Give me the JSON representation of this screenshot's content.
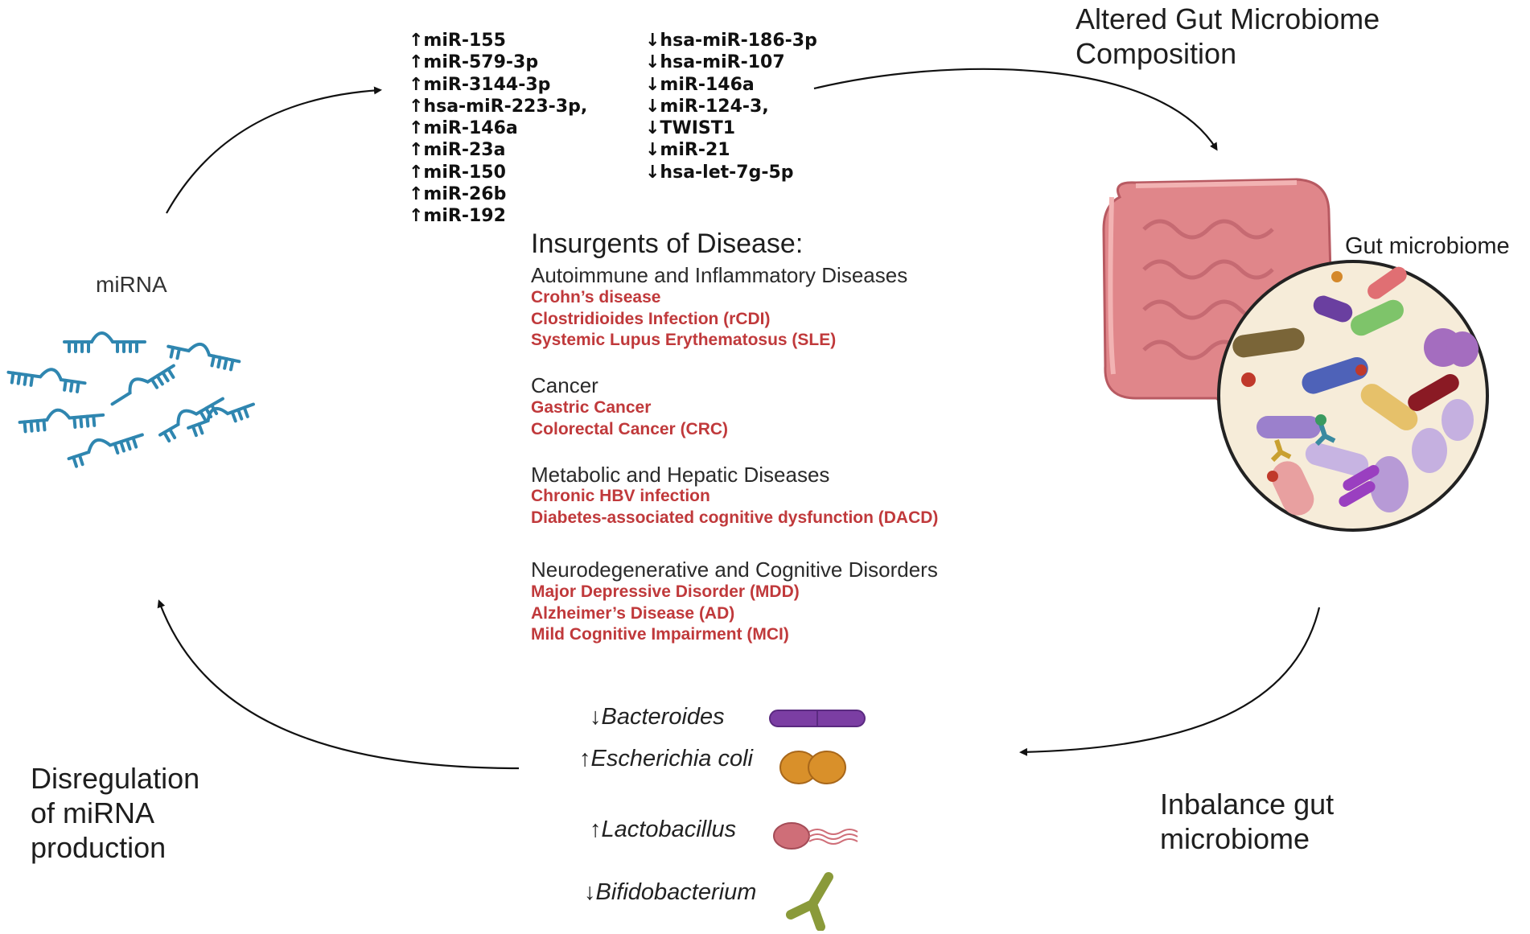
{
  "top_right_heading": [
    "Altered Gut Microbiome",
    "Composition"
  ],
  "gut_label": "Gut microbiome",
  "mirna_label": "miRNA",
  "bottom_left_heading": [
    "Disregulation",
    "of miRNA",
    "production"
  ],
  "bottom_right_heading": [
    "Inbalance gut",
    "microbiome"
  ],
  "mirna_up": [
    "↑miR-155",
    "↑miR-579-3p",
    "↑miR-3144-3p",
    "↑hsa-miR-223-3p,",
    "↑miR-146a",
    "↑miR-23a",
    "↑miR-150",
    "↑miR-26b",
    "↑miR-192"
  ],
  "mirna_down": [
    "↓hsa-miR-186-3p",
    "↓hsa-miR-107",
    "↓miR-146a",
    "↓miR-124-3,",
    "↓TWIST1",
    "↓miR-21",
    "↓hsa-let-7g-5p"
  ],
  "disease_section_title": "Insurgents of Disease:",
  "disease_groups": [
    {
      "category": "Autoimmune and Inflammatory Diseases",
      "items": [
        "Crohn’s disease",
        "Clostridioides Infection (rCDI)",
        "Systemic Lupus Erythematosus (SLE)"
      ]
    },
    {
      "category": "Cancer",
      "items": [
        "Gastric Cancer",
        "Colorectal Cancer (CRC)"
      ]
    },
    {
      "category": "Metabolic and Hepatic Diseases",
      "items": [
        "Chronic HBV infection",
        "Diabetes-associated cognitive dysfunction (DACD)"
      ]
    },
    {
      "category": "Neurodegenerative and Cognitive Disorders",
      "items": [
        "Major Depressive Disorder (MDD)",
        "Alzheimer’s Disease (AD)",
        "Mild Cognitive Impairment (MCI)"
      ]
    }
  ],
  "bacteria": [
    {
      "label": "↓Bacteroides",
      "icon": "rod-bacterium-icon",
      "color": "#7b3ea3"
    },
    {
      "label": "↑Escherichia coli",
      "icon": "diplococcus-icon",
      "color": "#d9902a"
    },
    {
      "label": "↑Lactobacillus",
      "icon": "flagellated-bacterium-icon",
      "color": "#cf6e78"
    },
    {
      "label": "↓Bifidobacterium",
      "icon": "y-shaped-bacterium-icon",
      "color": "#8a9a3a"
    }
  ],
  "colors": {
    "disease_red": "#c0393b",
    "mirna_blue": "#2f86b0",
    "intestine": "#e0868a",
    "arrow": "#111111"
  }
}
